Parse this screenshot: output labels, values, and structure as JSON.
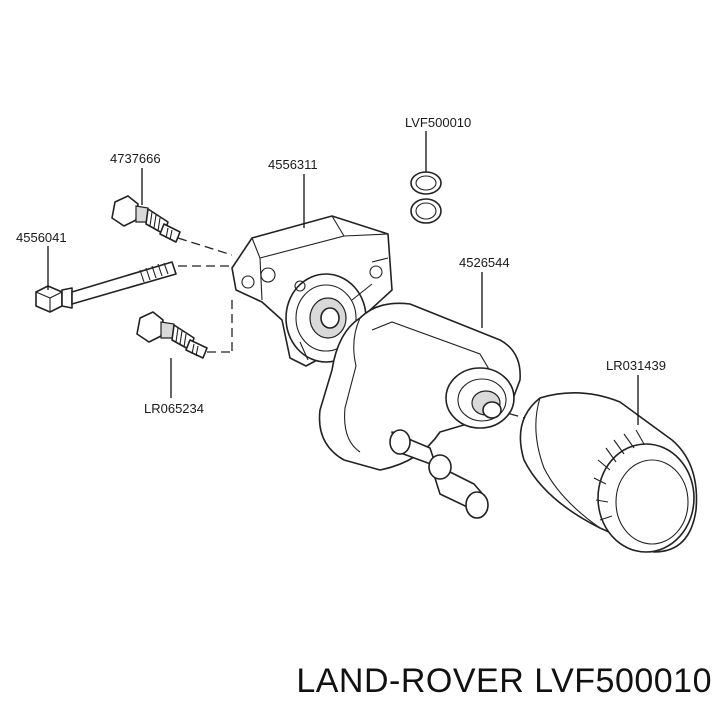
{
  "labels": {
    "ring": "LVF500010",
    "sensor_top": "4737666",
    "housing": "4556311",
    "bolt": "4556041",
    "cooler": "4526544",
    "filter": "LR031439",
    "sensor_bottom": "LR065234"
  },
  "footer": {
    "title": "LAND-ROVER LVF500010"
  }
}
